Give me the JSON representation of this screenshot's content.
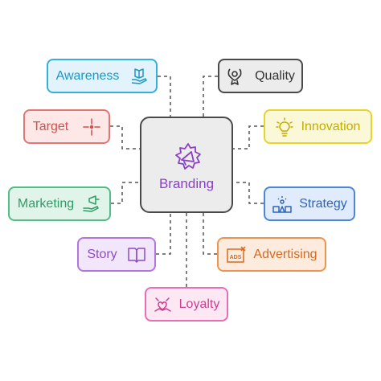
{
  "center": {
    "label": "Branding",
    "icon": "megaphone-icon",
    "color": "#8a3fc7"
  },
  "nodes": {
    "awareness": {
      "label": "Awareness",
      "icon": "hand-book-icon",
      "color": "#33b0e0"
    },
    "target": {
      "label": "Target",
      "icon": "crosshair-icon",
      "color": "#e07676"
    },
    "marketing": {
      "label": "Marketing",
      "icon": "hand-megaphone-icon",
      "color": "#52bb86"
    },
    "story": {
      "label": "Story",
      "icon": "open-book-icon",
      "color": "#b075de"
    },
    "loyalty": {
      "label": "Loyalty",
      "icon": "loyalty-icon",
      "color": "#e86fb3"
    },
    "quality": {
      "label": "Quality",
      "icon": "medal-icon",
      "color": "#4a4a4a"
    },
    "innovation": {
      "label": "Innovation",
      "icon": "lightbulb-icon",
      "color": "#e8d22d"
    },
    "strategy": {
      "label": "Strategy",
      "icon": "strategy-blocks-icon",
      "color": "#4c86d8"
    },
    "advertising": {
      "label": "Advertising",
      "icon": "ads-icon",
      "icon_text": "ADS",
      "color": "#ef9450"
    }
  }
}
